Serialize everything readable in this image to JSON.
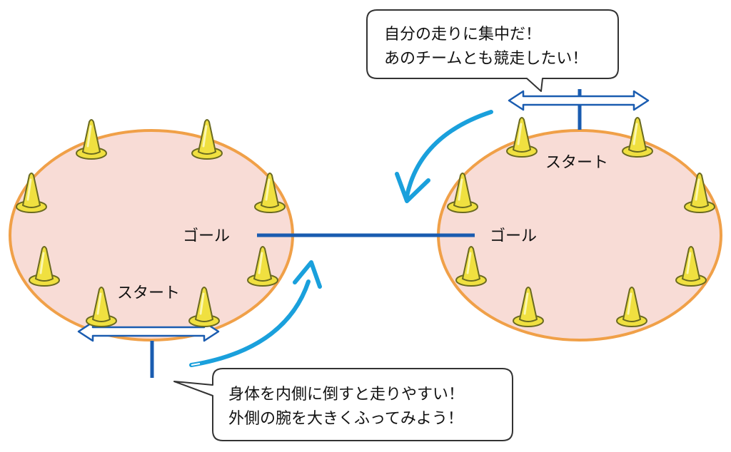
{
  "labels": {
    "left_goal": "ゴール",
    "left_start": "スタート",
    "right_goal": "ゴール",
    "right_start": "スタート"
  },
  "bubbles": {
    "top_right": {
      "line1": "自分の走りに集中だ！",
      "line2": "あのチームとも競走したい！"
    },
    "bottom": {
      "line1": "身体を内側に倒すと走りやすい！",
      "line2": "外側の腕を大きくふってみよう！"
    }
  },
  "colors": {
    "track_fill": "#f8dcd6",
    "track_stroke": "#f0a048",
    "line_blue": "#1a5cb0",
    "arrow_cyan": "#1aa0dc",
    "cone_yellow": "#f0e040",
    "cone_outline": "#6a6a20"
  }
}
